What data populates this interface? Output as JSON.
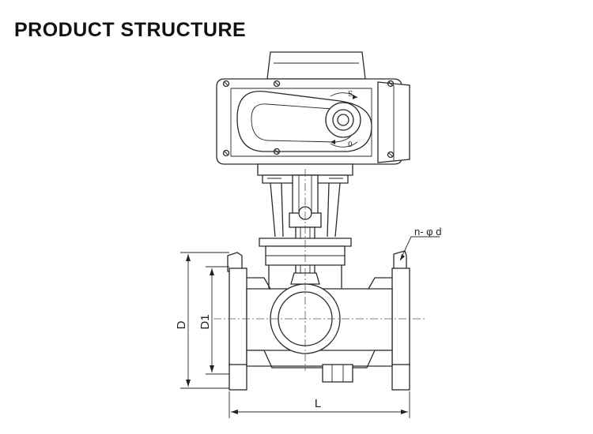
{
  "header": {
    "title": "PRODUCT STRUCTURE"
  },
  "labels": {
    "D": "D",
    "D1": "D1",
    "L": "L",
    "flange_holes": "n- φ d",
    "dial_top": "S",
    "dial_bottom": "0"
  }
}
